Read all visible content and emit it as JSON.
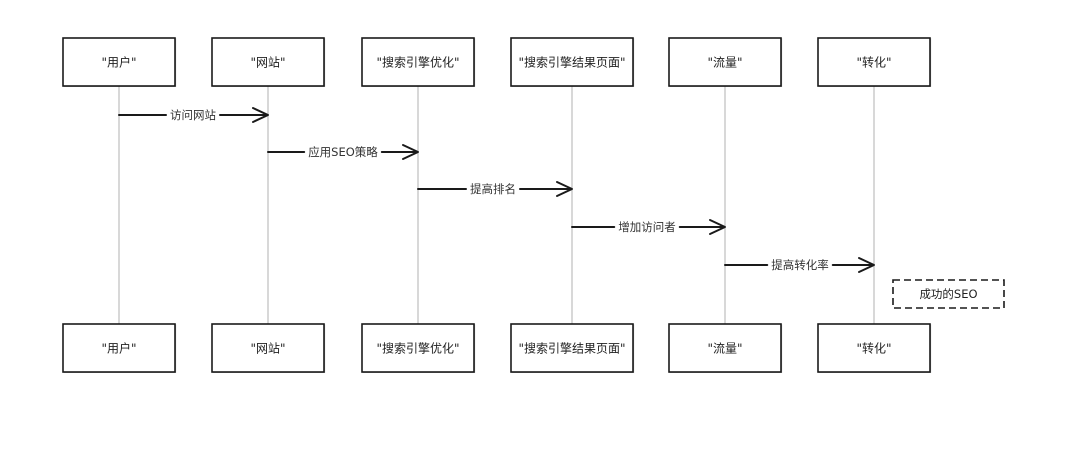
{
  "diagram": {
    "participants": [
      {
        "id": "user",
        "label": "\"用户\""
      },
      {
        "id": "website",
        "label": "\"网站\""
      },
      {
        "id": "seo",
        "label": "\"搜索引擎优化\""
      },
      {
        "id": "serp",
        "label": "\"搜索引擎结果页面\""
      },
      {
        "id": "traffic",
        "label": "\"流量\""
      },
      {
        "id": "conversion",
        "label": "\"转化\""
      }
    ],
    "messages": [
      {
        "from": 0,
        "to": 1,
        "label": "访问网站"
      },
      {
        "from": 1,
        "to": 2,
        "label": "应用SEO策略"
      },
      {
        "from": 2,
        "to": 3,
        "label": "提高排名"
      },
      {
        "from": 3,
        "to": 4,
        "label": "增加访问者"
      },
      {
        "from": 4,
        "to": 5,
        "label": "提高转化率"
      }
    ],
    "note": {
      "label": "成功的SEO"
    },
    "colors": {
      "line": "#1a1a1a",
      "lifeline": "#bdbdbd",
      "background": "#ffffff"
    }
  }
}
